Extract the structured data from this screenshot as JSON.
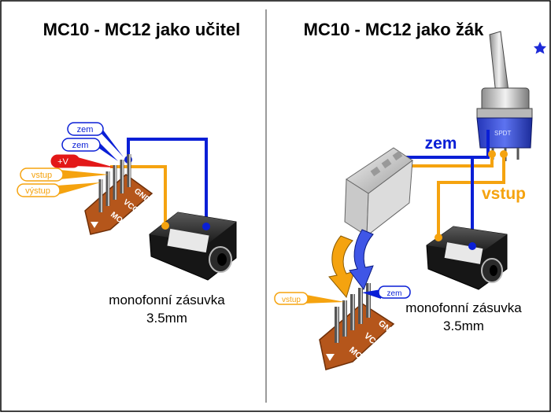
{
  "left": {
    "title": "MC10 - MC12 jako učitel",
    "tags": {
      "zem1": "zem",
      "zem2": "zem",
      "plus": "+V",
      "vstup": "vstup",
      "vystup": "výstup"
    },
    "connector_pins": [
      "GND",
      "VCC",
      "MOD"
    ],
    "socket_label_line1": "monofonní zásuvka",
    "socket_label_line2": "3.5mm"
  },
  "right": {
    "title": "MC10 - MC12 jako žák",
    "zem_label": "zem",
    "vstup_label": "vstup",
    "tags": {
      "vstup": "vstup",
      "zem": "zem"
    },
    "connector_pins": [
      "GND",
      "VCC",
      "MOD"
    ],
    "socket_label_line1": "monofonní zásuvka",
    "socket_label_line2": "3.5mm",
    "switch_text": "SPDT"
  },
  "colors": {
    "blue": "#0a1fd6",
    "orange": "#f5a30f",
    "red": "#e31818",
    "pcb": "#b5561b",
    "divider": "#7a7a7a",
    "star": "#1d2ad8"
  }
}
